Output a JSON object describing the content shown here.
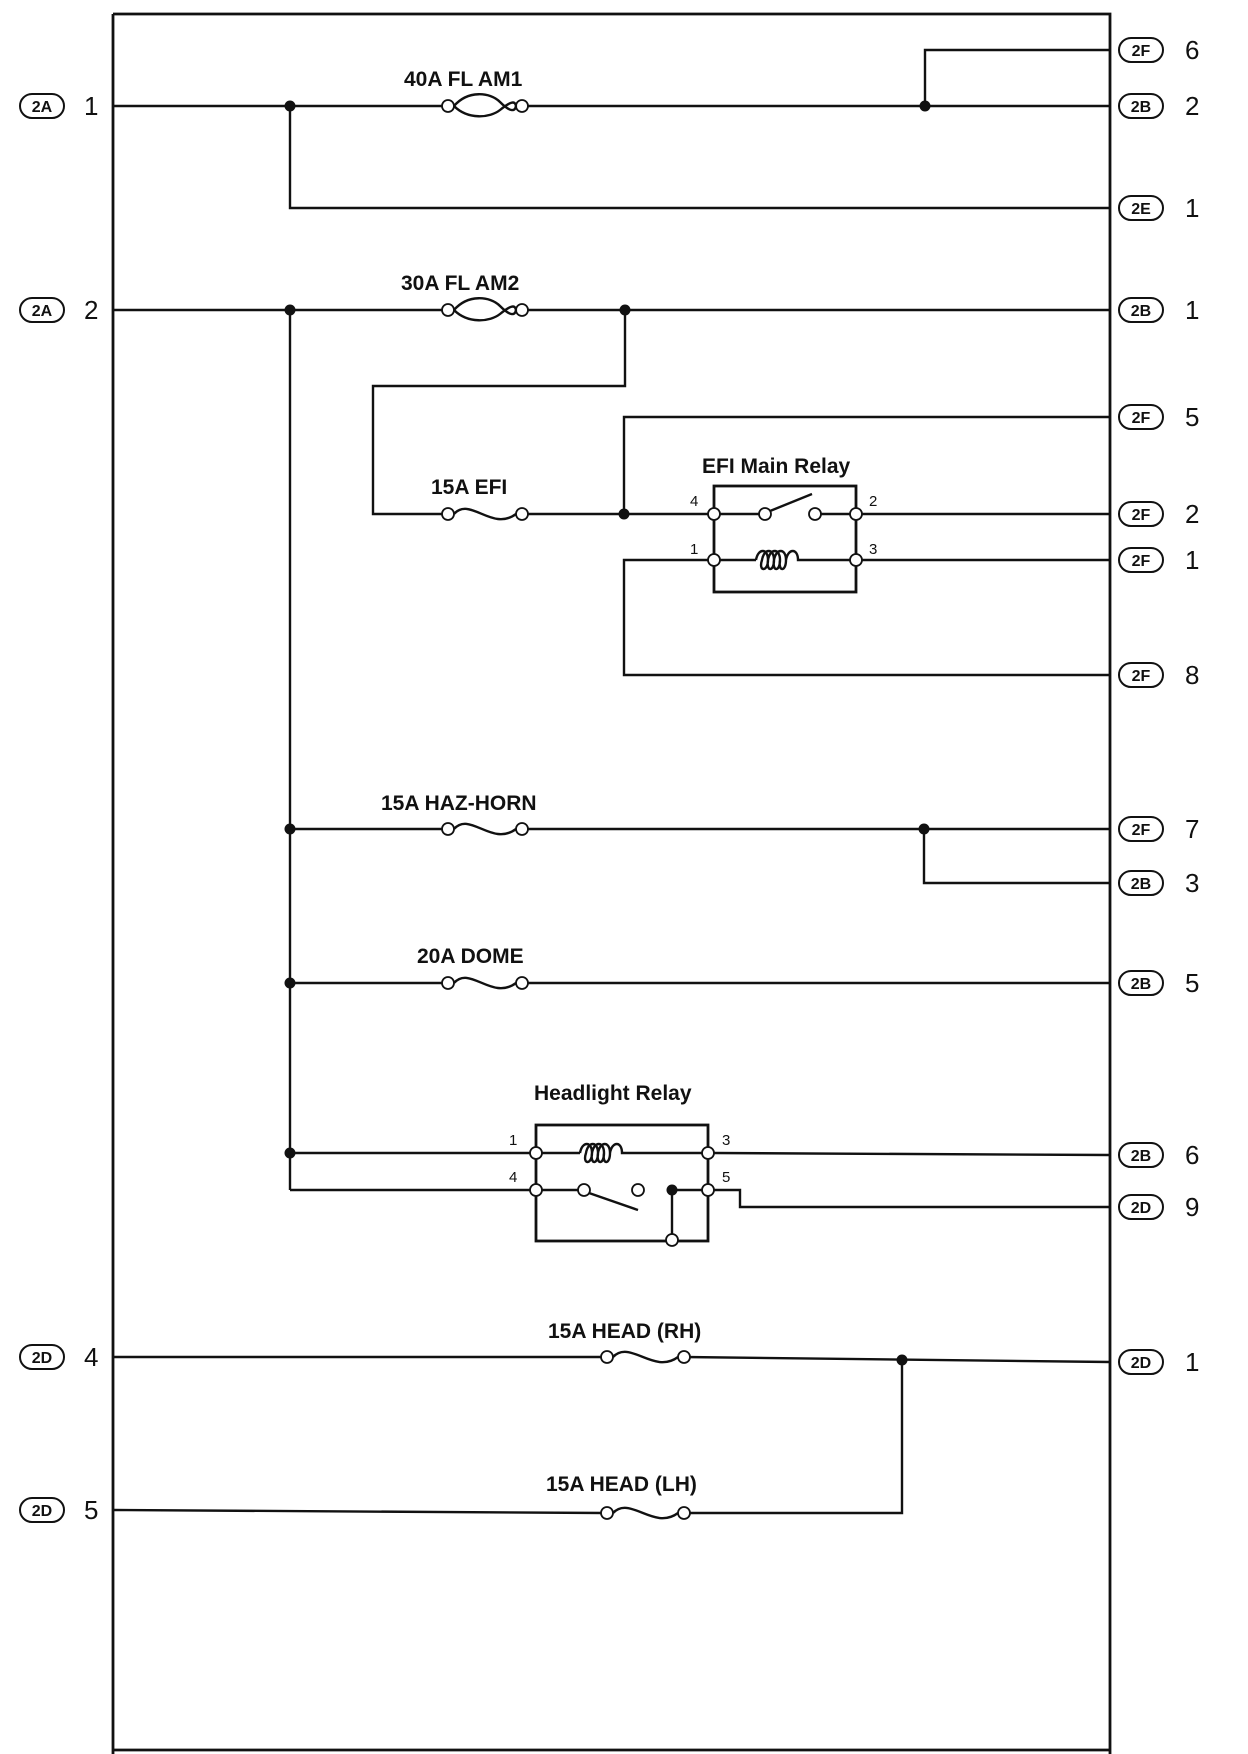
{
  "fuses": {
    "am1": "40A FL AM1",
    "am2": "30A FL AM2",
    "efi": "15A EFI",
    "haz_horn": "15A HAZ-HORN",
    "dome": "20A DOME",
    "head_rh": "15A HEAD (RH)",
    "head_lh": "15A HEAD (LH)"
  },
  "relays": {
    "efi_main": {
      "title": "EFI Main Relay",
      "pins": [
        "4",
        "2",
        "1",
        "3"
      ]
    },
    "headlight": {
      "title": "Headlight Relay",
      "pins": [
        "1",
        "3",
        "4",
        "5"
      ]
    }
  },
  "left_connectors": [
    {
      "conn": "2A",
      "pin": "1"
    },
    {
      "conn": "2A",
      "pin": "2"
    },
    {
      "conn": "2D",
      "pin": "4"
    },
    {
      "conn": "2D",
      "pin": "5"
    }
  ],
  "right_connectors": [
    {
      "conn": "2F",
      "pin": "6"
    },
    {
      "conn": "2B",
      "pin": "2"
    },
    {
      "conn": "2E",
      "pin": "1"
    },
    {
      "conn": "2B",
      "pin": "1"
    },
    {
      "conn": "2F",
      "pin": "5"
    },
    {
      "conn": "2F",
      "pin": "2"
    },
    {
      "conn": "2F",
      "pin": "1"
    },
    {
      "conn": "2F",
      "pin": "8"
    },
    {
      "conn": "2F",
      "pin": "7"
    },
    {
      "conn": "2B",
      "pin": "3"
    },
    {
      "conn": "2B",
      "pin": "5"
    },
    {
      "conn": "2B",
      "pin": "6"
    },
    {
      "conn": "2D",
      "pin": "9"
    },
    {
      "conn": "2D",
      "pin": "1"
    }
  ]
}
